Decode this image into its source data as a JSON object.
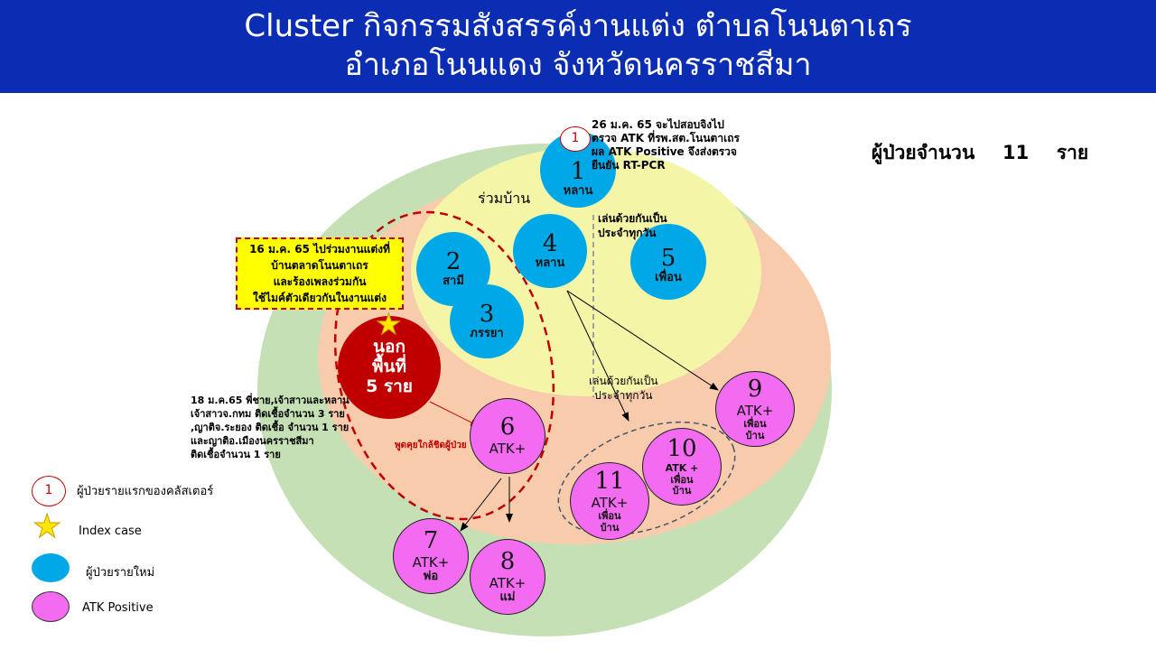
{
  "header": {
    "line1": "Cluster กิจกรรมสังสรรค์งานแต่ง ตำบลโนนตาเถร",
    "line2": "อำเภอโนนแดง จังหวัดนครราชสีมา"
  },
  "patient_count": {
    "label": "ผู้ป่วยจำนวน",
    "count": "11",
    "unit": "ราย"
  },
  "zone_label": "ร่วมบ้าน",
  "first_case_badge": "1",
  "case1_note": [
    "26 ม.ค. 65 จะไปสอบจิงไป",
    "ตรวจ ATK ที่รพ.สต.โนนตาเถร",
    "ผล ATK Positive จึงส่งตรวจ",
    "ยืนยัน RT-PCR"
  ],
  "wedding_note": [
    "16 ม.ค. 65 ไปร่วมงานแต่งที่",
    "บ้านตลาดโนนตาเถร",
    "และร้องเพลงร่วมกัน",
    "ใช้ไมค์ตัวเดียวกันในงานแต่ง"
  ],
  "outside_note": [
    "18 ม.ค.65 พี่ชาย,เจ้าสาวและหลาน",
    "เจ้าสาวจ.กทม ติดเชื้อจำนวน 3 ราย",
    ",ญาติจ.ระยอง ติดเชื้อ จำนวน 1 ราย",
    "และญาติอ.เมืองนครราชสีมา",
    "ติดเชื้อจำนวน 1 ราย"
  ],
  "play_note_1": [
    "เล่นด้วยกันเป็น",
    "ประจำทุกวัน"
  ],
  "play_note_2": [
    "เล่นด้วยกันเป็น",
    "ประจำทุกวัน"
  ],
  "close_contact_note": "พูดคุยใกล้ชิดผู้ป่วย",
  "index_case": {
    "line1": "นอก",
    "line2": "พื้นที่",
    "line3": "5 ราย"
  },
  "cases": [
    {
      "num": "1",
      "type": "",
      "rel": "หลาน"
    },
    {
      "num": "2",
      "type": "",
      "rel": "สามี"
    },
    {
      "num": "3",
      "type": "",
      "rel": "ภรรยา"
    },
    {
      "num": "4",
      "type": "",
      "rel": "หลาน"
    },
    {
      "num": "5",
      "type": "",
      "rel": "เพื่อน"
    },
    {
      "num": "6",
      "type": "ATK+",
      "rel": ""
    },
    {
      "num": "7",
      "type": "ATK+",
      "rel": "พ่อ"
    },
    {
      "num": "8",
      "type": "ATK+",
      "rel": "แม่"
    },
    {
      "num": "9",
      "type": "ATK+",
      "rel": "เพื่อน บ้าน"
    },
    {
      "num": "10",
      "type": "ATK +",
      "rel": "เพื่อน บ้าน"
    },
    {
      "num": "11",
      "type": "ATK+",
      "rel": "เพื่อน บ้าน"
    }
  ],
  "legend": [
    {
      "symbol": "1",
      "label": "ผู้ป่วยรายแรกของคลัสเตอร์"
    },
    {
      "label": "Index case"
    },
    {
      "label": "ผู้ป่วยรายใหม่"
    },
    {
      "label": "ATK Positive"
    }
  ],
  "colors": {
    "header": "#0b2db3",
    "new_case": "#00a8e8",
    "atk_positive": "#f36bf0",
    "index": "#c00000"
  }
}
